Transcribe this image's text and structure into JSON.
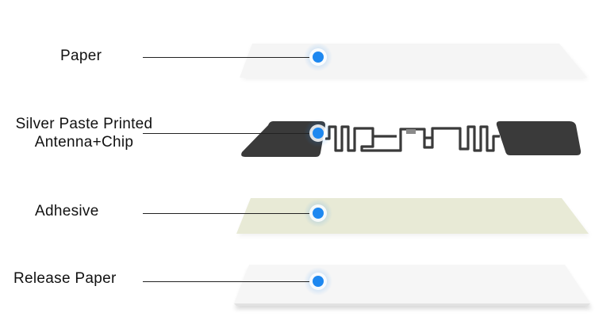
{
  "layers": [
    {
      "label_lines": [
        "Paper"
      ],
      "color": "#f5f5f5"
    },
    {
      "label_lines": [
        "Silver Paste Printed",
        "Antenna+Chip"
      ],
      "color": "#3a3a3a"
    },
    {
      "label_lines": [
        "Adhesive"
      ],
      "color": "#e8ead6"
    },
    {
      "label_lines": [
        "Release Paper"
      ],
      "color": "#f6f6f6"
    }
  ],
  "marker_color": "#1e88f0"
}
